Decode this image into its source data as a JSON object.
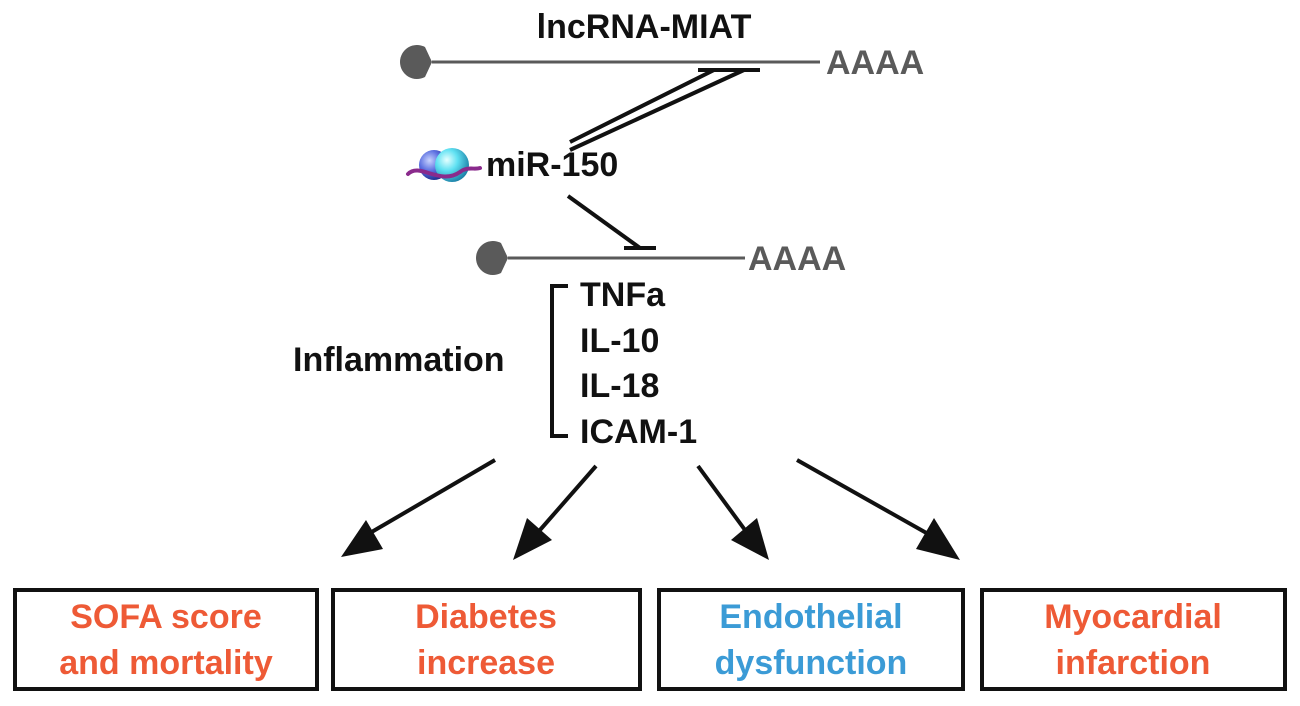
{
  "mrna_top": {
    "title": "lncRNA-MIAT",
    "tail": "AAAA"
  },
  "mirna": {
    "label": "miR-150"
  },
  "mrna_target": {
    "tail": "AAAA"
  },
  "inflammation": {
    "label": "Inflammation",
    "factors": [
      "TNFa",
      "IL-10",
      "IL-18",
      "ICAM-1"
    ]
  },
  "outcomes": [
    {
      "lines": [
        "SOFA score",
        "and mortality"
      ],
      "color": "#ee5a36"
    },
    {
      "lines": [
        "Diabetes",
        "increase"
      ],
      "color": "#ee5a36"
    },
    {
      "lines": [
        "Endothelial",
        "dysfunction"
      ],
      "color": "#3b9bd6"
    },
    {
      "lines": [
        "Myocardial",
        "infarction"
      ],
      "color": "#ee5a36"
    }
  ],
  "colors": {
    "text": "#111111",
    "rna_line": "#5a5a5a",
    "cap": "#5a5a5a",
    "highlight_orange": "#ee5a36",
    "highlight_blue": "#3b9bd6"
  }
}
